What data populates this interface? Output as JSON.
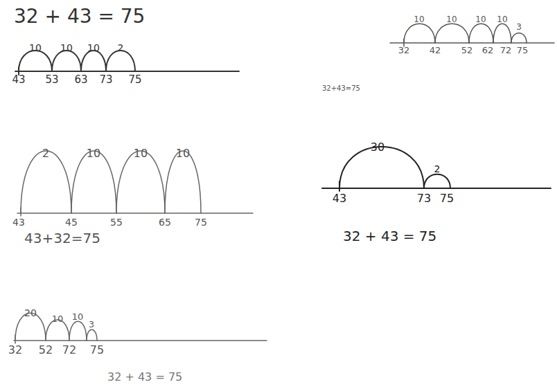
{
  "diagram": {
    "labels": [
      "32 + 43 = 75",
      "10",
      "10",
      "10",
      "2",
      "43",
      "53",
      "63",
      "73",
      "75",
      "10",
      "10",
      "10",
      "10",
      "3",
      "32",
      "42",
      "52",
      "62",
      "72",
      "75",
      "32+43=75",
      "2",
      "10",
      "10",
      "10",
      "43",
      "45",
      "55",
      "65",
      "75",
      "43+32=75",
      "30",
      "2",
      "43",
      "73",
      "75",
      "32 + 43 = 75",
      "20",
      "10",
      "10",
      "3",
      "32",
      "52",
      "72",
      "75",
      "32 + 43 = 75"
    ]
  }
}
